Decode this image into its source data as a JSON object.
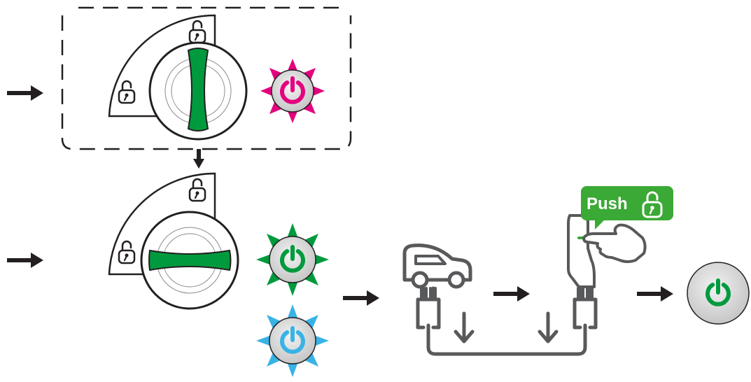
{
  "colors": {
    "magenta": "#e5007e",
    "green": "#009a3e",
    "blue": "#39b3e6",
    "badge_green": "#3aa935",
    "dark": "#231f20",
    "gray": "#58595b"
  },
  "icons": {
    "unlock": "unlock-icon",
    "power": "power-icon",
    "car": "car-icon",
    "plug": "plug-icon",
    "hand": "hand-icon"
  },
  "push_badge": {
    "label": "Push"
  },
  "states": {
    "knob_top": "vertical",
    "knob_bottom": "horizontal",
    "led_top": "magenta-blinking",
    "led_mid": "green-blinking",
    "led_low": "blue-blinking",
    "final_button": "green"
  }
}
